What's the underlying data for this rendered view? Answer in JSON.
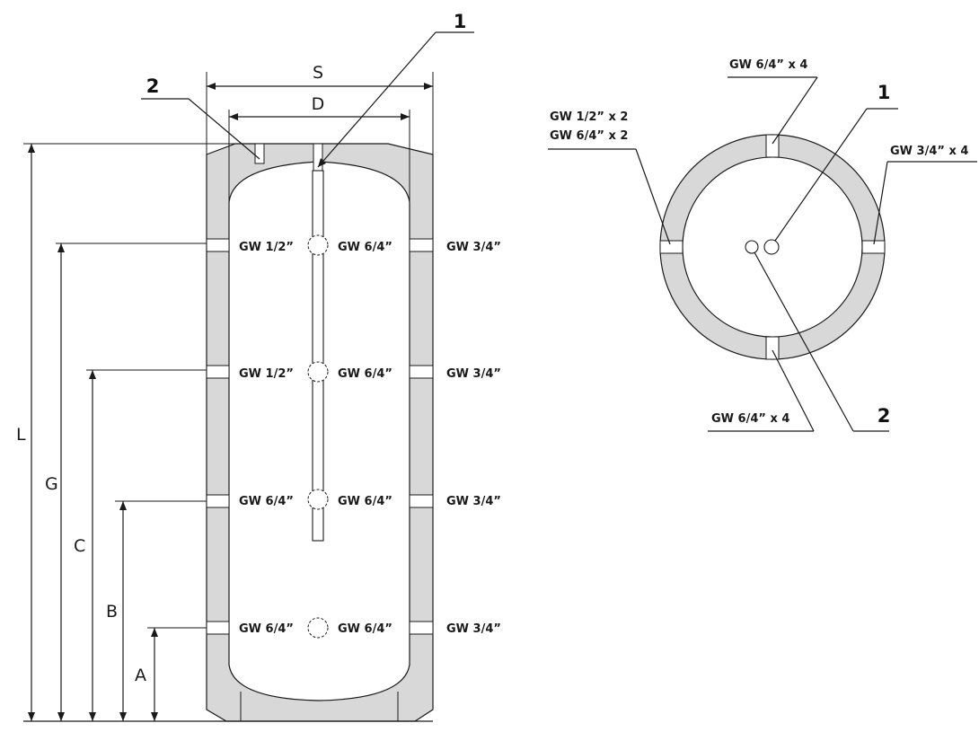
{
  "colors": {
    "insulation": "#d8d8d8",
    "stroke": "#1a1a1a",
    "background": "#ffffff"
  },
  "side_view": {
    "dimensions": {
      "S": "S",
      "D": "D",
      "L": "L",
      "G": "G",
      "C": "C",
      "B": "B",
      "A": "A"
    },
    "callouts": {
      "one": "1",
      "two": "2"
    },
    "rows": [
      {
        "left": "GW 1/2”",
        "center": "GW 6/4”",
        "right": "GW 3/4”"
      },
      {
        "left": "GW 1/2”",
        "center": "GW 6/4”",
        "right": "GW 3/4”"
      },
      {
        "left": "GW 6/4”",
        "center": "GW 6/4”",
        "right": "GW 3/4”"
      },
      {
        "left": "GW 6/4”",
        "center": "GW 6/4”",
        "right": "GW 3/4”"
      }
    ]
  },
  "top_view": {
    "top_label": "GW 6/4” x 4",
    "left_label_1": "GW 1/2” x 2",
    "left_label_2": "GW 6/4” x 2",
    "right_label": "GW 3/4” x 4",
    "bottom_label": "GW 6/4” x 4",
    "callouts": {
      "one": "1",
      "two": "2"
    }
  }
}
